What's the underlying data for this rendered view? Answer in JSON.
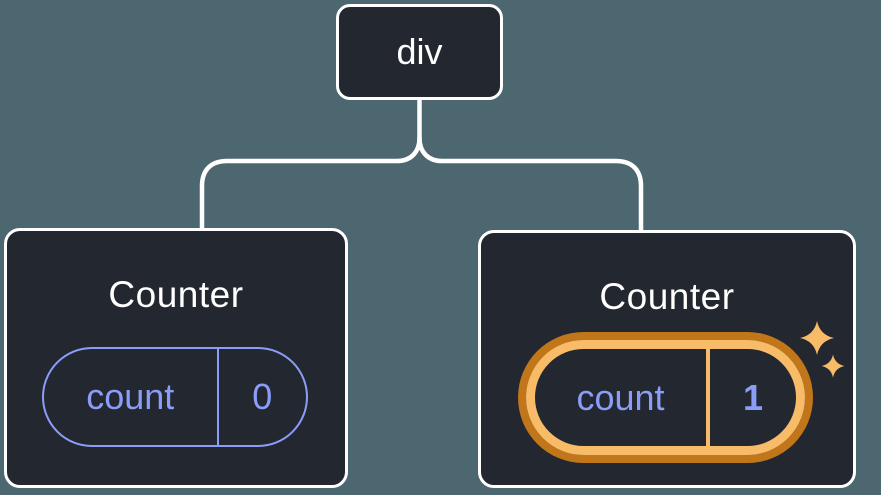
{
  "tree": {
    "root": {
      "label": "div"
    },
    "children": [
      {
        "title": "Counter",
        "state_key": "count",
        "state_value": "0",
        "highlighted": false
      },
      {
        "title": "Counter",
        "state_key": "count",
        "state_value": "1",
        "highlighted": true
      }
    ]
  },
  "colors": {
    "background": "#4d6770",
    "card_background": "#23272f",
    "card_border": "#ffffff",
    "connector": "#ffffff",
    "state_accent": "#8b9df9",
    "highlight_ring_outer": "#c1761a",
    "highlight_ring_inner": "#f8bb67",
    "sparkle": "#f8bb67",
    "text": "#ffffff"
  }
}
